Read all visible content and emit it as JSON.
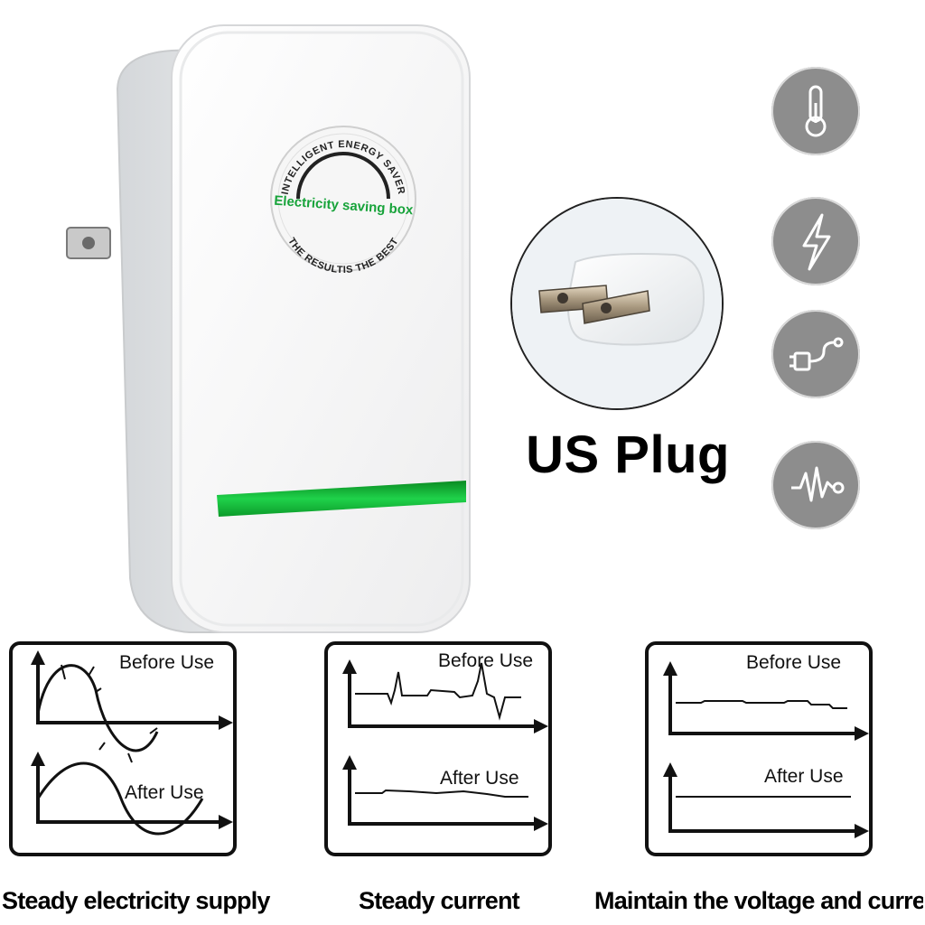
{
  "device": {
    "badge_top": "INTELLIGENT ENERGY SAVER",
    "badge_center": "Electricity saving box",
    "badge_bottom": "THE RESULTIS THE BEST"
  },
  "plug": {
    "title": "US Plug"
  },
  "feature_icons": [
    "thermometer-icon",
    "lightning-icon",
    "plug-cable-icon",
    "waveform-icon"
  ],
  "panels": [
    {
      "before_label": "Before Use",
      "after_label": "After Use",
      "caption": "Steady electricity supply"
    },
    {
      "before_label": "Before Use",
      "after_label": "After Use",
      "caption": "Steady current"
    },
    {
      "before_label": "Before Use",
      "after_label": "After Use",
      "caption": "Maintain the voltage and current"
    }
  ],
  "colors": {
    "accent_green": "#12b93a",
    "icon_gray": "#8d8d8d"
  }
}
